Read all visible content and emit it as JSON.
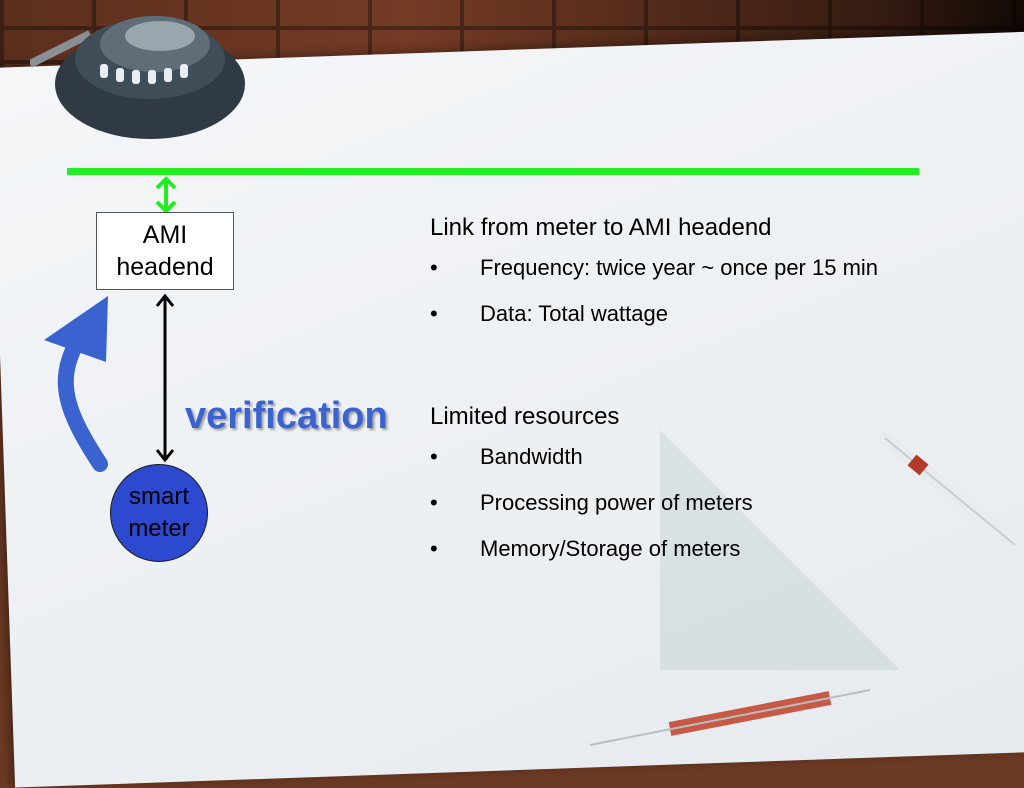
{
  "diagram": {
    "headend_label": "AMI\nheadend",
    "meter_label": "smart\nmeter",
    "verification_label": "verification"
  },
  "sections": [
    {
      "heading": "Link from meter to AMI headend",
      "bullets": [
        "Frequency: twice year ~ once per 15 min",
        "Data: Total wattage"
      ]
    },
    {
      "heading": "Limited resources",
      "bullets": [
        "Bandwidth",
        "Processing power of meters",
        "Memory/Storage of meters"
      ]
    }
  ],
  "bullet_glyph": "•",
  "colors": {
    "link_line": "#22ee22",
    "meter_fill": "#2c49d0",
    "verification_text": "#3a63cf"
  }
}
